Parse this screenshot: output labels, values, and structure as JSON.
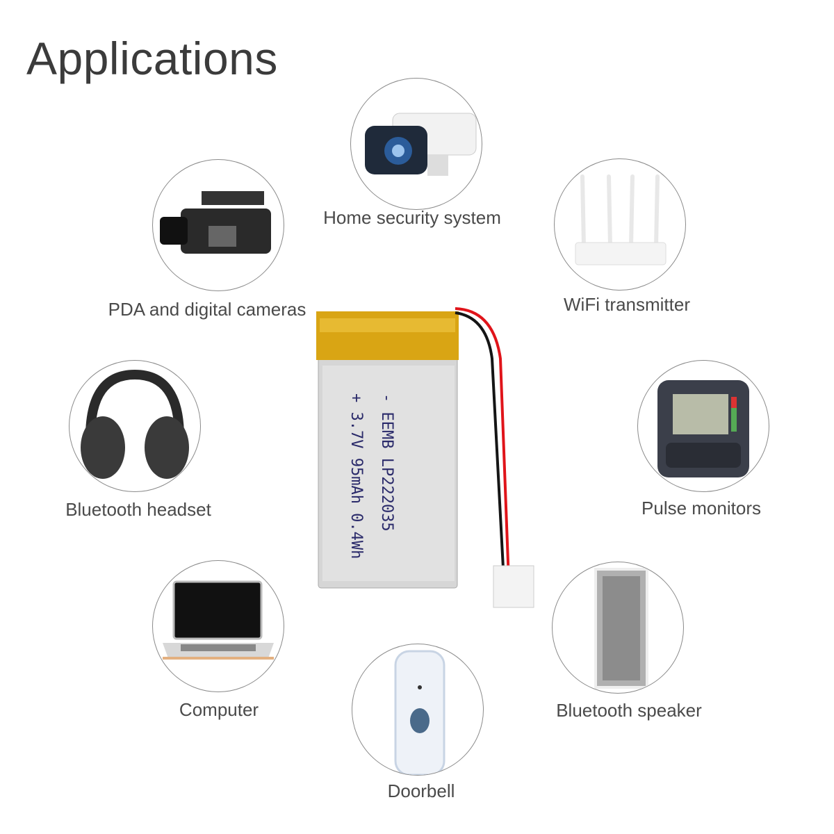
{
  "title": "Applications",
  "applications": [
    {
      "id": "home-security",
      "label": "Home security system",
      "icon": "security-camera-icon"
    },
    {
      "id": "pda-cameras",
      "label": "PDA and digital cameras",
      "icon": "camcorder-icon"
    },
    {
      "id": "wifi",
      "label": "WiFi transmitter",
      "icon": "router-icon"
    },
    {
      "id": "headset",
      "label": "Bluetooth headset",
      "icon": "headphones-icon"
    },
    {
      "id": "pulse",
      "label": "Pulse monitors",
      "icon": "blood-pressure-monitor-icon"
    },
    {
      "id": "computer",
      "label": "Computer",
      "icon": "laptop-icon"
    },
    {
      "id": "speaker",
      "label": "Bluetooth speaker",
      "icon": "speaker-icon"
    },
    {
      "id": "doorbell",
      "label": "Doorbell",
      "icon": "doorbell-icon"
    }
  ],
  "battery": {
    "line1": "- EEMB LP222035",
    "line2": "+ 3.7V 95mAh 0.4Wh",
    "colors": {
      "tape": "#d9a514",
      "body": "#d8d8d8",
      "text": "#2a2a6a",
      "red_wire": "#e0141a",
      "black_wire": "#151515"
    }
  }
}
